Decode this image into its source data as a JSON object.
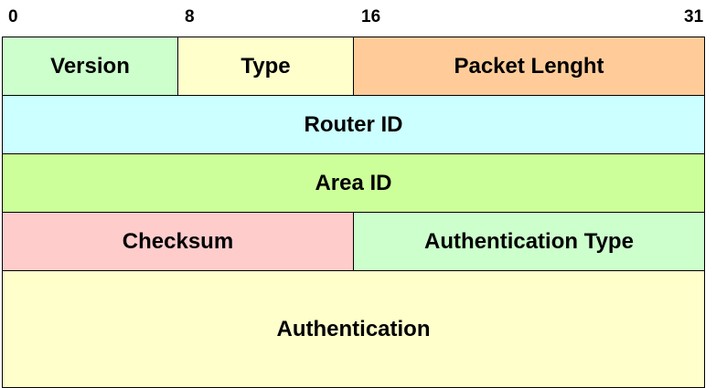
{
  "bit_scale": [
    "0",
    "8",
    "16",
    "31"
  ],
  "fields": {
    "version": {
      "label": "Version",
      "color": "#ccffcc"
    },
    "type": {
      "label": "Type",
      "color": "#ffffcc"
    },
    "packet_length": {
      "label": "Packet Lenght",
      "color": "#ffcc99"
    },
    "router_id": {
      "label": "Router ID",
      "color": "#ccffff"
    },
    "area_id": {
      "label": "Area ID",
      "color": "#ccff99"
    },
    "checksum": {
      "label": "Checksum",
      "color": "#ffcccc"
    },
    "authentication_type": {
      "label": "Authentication Type",
      "color": "#ccffcc"
    },
    "authentication": {
      "label": "Authentication",
      "color": "#ffffcc"
    }
  }
}
